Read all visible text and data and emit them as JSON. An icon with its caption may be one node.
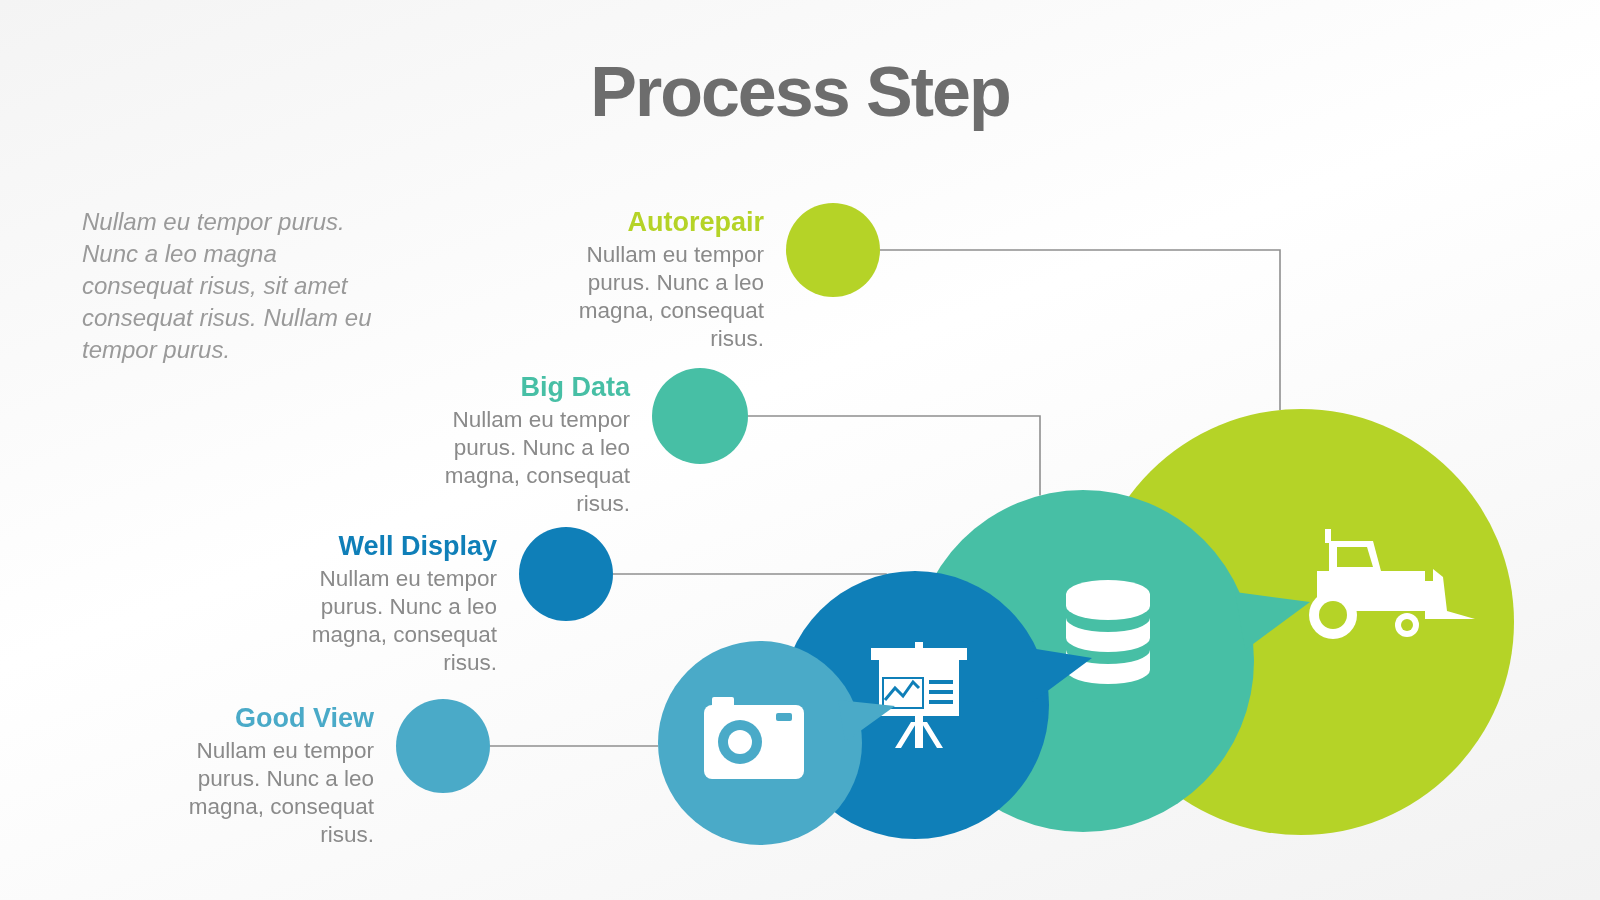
{
  "diagram": {
    "title": "Process Step",
    "nodes": [
      {
        "text": [
          "Autorepair",
          "Nullam eu tempor purus. Nunc a leo magna, consequat risus."
        ]
      },
      {
        "text": [
          "Big Data",
          "Nullam eu tempor purus. Nunc a leo magna, consequat risus."
        ]
      },
      {
        "text": [
          "Well Display",
          "Nullam eu tempor purus. Nunc a leo magna, consequat risus."
        ]
      },
      {
        "text": [
          "Good View",
          "Nullam eu tempor purus. Nunc a leo magna, consequat risus."
        ]
      },
      {
        "text": [],
        "shape": "circle"
      },
      {
        "text": [],
        "shape": "circle"
      },
      {
        "text": [],
        "shape": "circle"
      },
      {
        "text": [],
        "shape": "circle"
      }
    ],
    "edges": [
      {
        "from": 0,
        "to": 7,
        "arrow": "none"
      },
      {
        "from": 1,
        "to": 6,
        "arrow": "none"
      },
      {
        "from": 2,
        "to": 5,
        "arrow": "none"
      },
      {
        "from": 3,
        "to": 4,
        "arrow": "none"
      }
    ],
    "labels": [
      "Nullam eu tempor purus. Nunc a leo magna consequat risus, sit amet consequat risus. Nullam eu tempor purus."
    ]
  }
}
